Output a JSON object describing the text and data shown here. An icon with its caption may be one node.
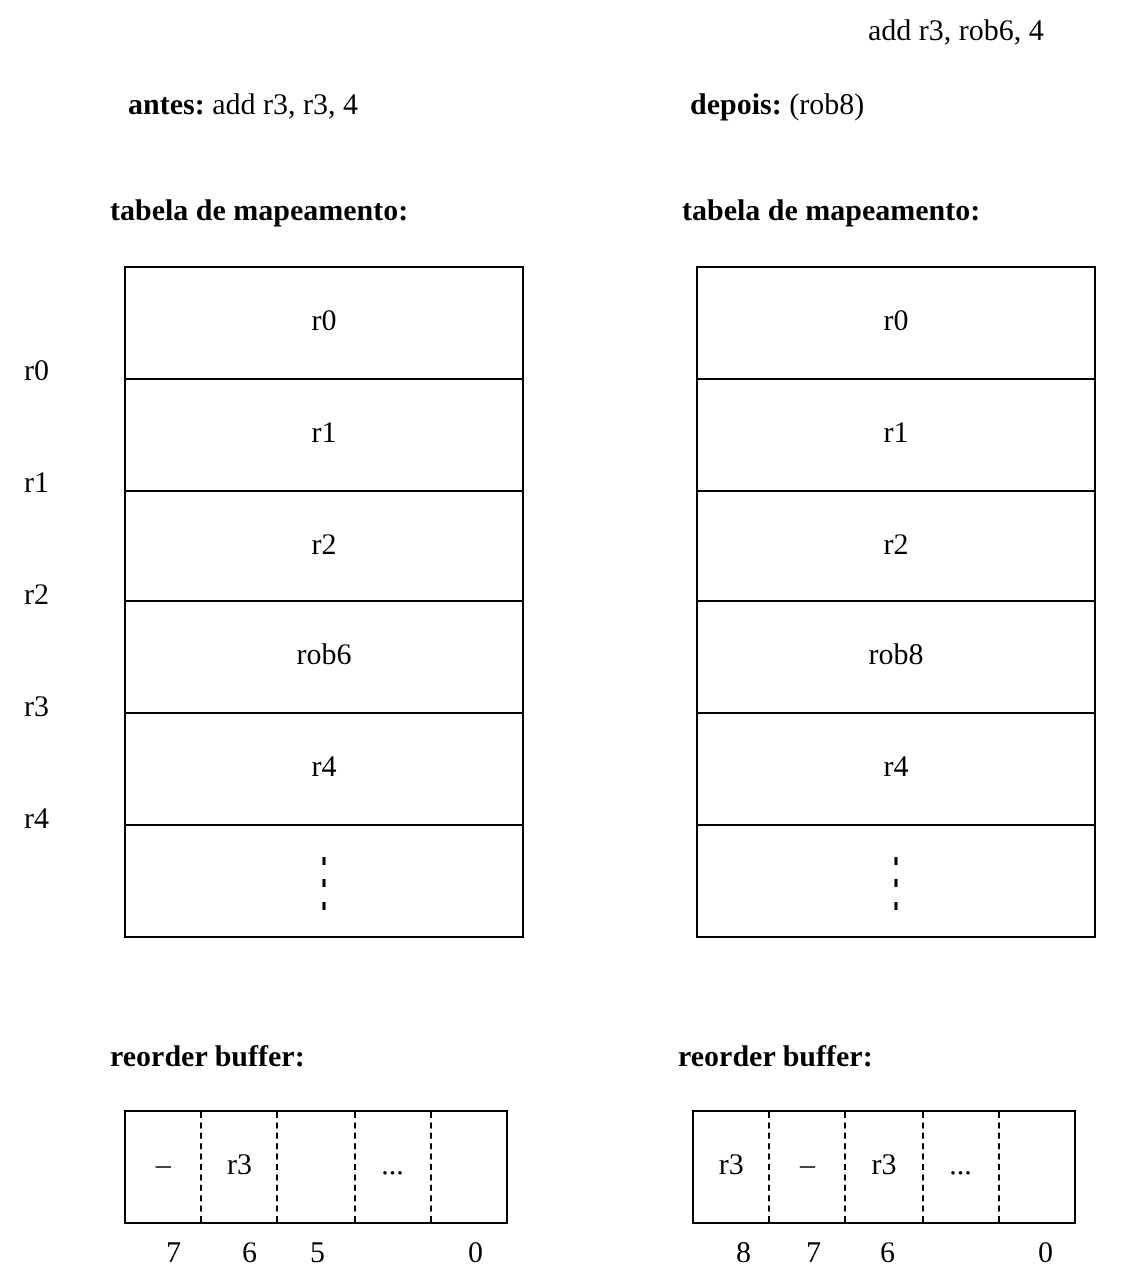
{
  "diagram": {
    "nodes": [
      {
        "text": [
          "tabela de mapeamento:"
        ]
      },
      {
        "text": [
          "r0"
        ],
        "in": 0
      },
      {
        "text": [
          "r1"
        ],
        "in": 0
      },
      {
        "text": [
          "r2"
        ],
        "in": 0
      },
      {
        "text": [
          "rob6"
        ],
        "in": 0
      },
      {
        "text": [
          "r4"
        ],
        "in": 0
      },
      {
        "text": [
          "⋮"
        ],
        "in": 0
      },
      {
        "text": [
          "tabela de mapeamento:"
        ]
      },
      {
        "text": [
          "r0"
        ],
        "in": 7
      },
      {
        "text": [
          "r1"
        ],
        "in": 7
      },
      {
        "text": [
          "r2"
        ],
        "in": 7
      },
      {
        "text": [
          "rob8"
        ],
        "in": 7
      },
      {
        "text": [
          "r4"
        ],
        "in": 7
      },
      {
        "text": [
          "⋮"
        ],
        "in": 7
      },
      {
        "text": [
          "reorder buffer:"
        ]
      },
      {
        "text": [
          "–"
        ],
        "in": 14
      },
      {
        "text": [
          "r3"
        ],
        "in": 14
      },
      {
        "text": [],
        "shape": "box",
        "in": 14
      },
      {
        "text": [
          "..."
        ],
        "in": 14
      },
      {
        "text": [],
        "shape": "box",
        "in": 14
      },
      {
        "text": [
          "reorder buffer:"
        ]
      },
      {
        "text": [
          "r3"
        ],
        "in": 20
      },
      {
        "text": [
          "–"
        ],
        "in": 20
      },
      {
        "text": [
          "r3"
        ],
        "in": 20
      },
      {
        "text": [
          "..."
        ],
        "in": 20
      },
      {
        "text": [],
        "shape": "box",
        "in": 20
      }
    ],
    "labels": [
      "add r3, rob6, 4",
      "**antes:** add r3, r3, 4",
      "**depois:** (rob8)",
      "r0",
      "r1",
      "r2",
      "r3",
      "r4",
      "7",
      "6",
      "5",
      "0",
      "8",
      "7",
      "6",
      "0"
    ]
  }
}
